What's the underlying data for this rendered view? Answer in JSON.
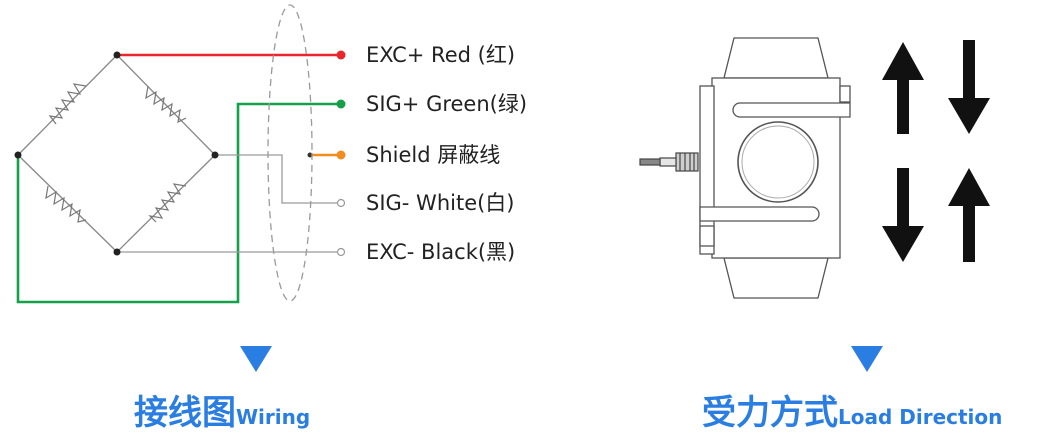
{
  "wiring": {
    "labels": {
      "exc_plus": "EXC+ Red (红)",
      "sig_plus": "SIG+ Green(绿)",
      "shield": "Shield 屏蔽线",
      "sig_minus": "SIG- White(白)",
      "exc_minus": "EXC- Black(黑)"
    },
    "caption_cn": "接线图",
    "caption_en": "Wiring"
  },
  "load": {
    "caption_cn": "受力方式",
    "caption_en": "Load Direction"
  },
  "colors": {
    "red": "#e8262b",
    "green": "#15a04a",
    "orange": "#f28c1e",
    "accent": "#2a7de1",
    "wire_gray": "#9a9a9a",
    "line_dark": "#333333"
  },
  "icons": [
    "down-triangle-icon",
    "up-arrow-icon",
    "down-arrow-icon"
  ]
}
